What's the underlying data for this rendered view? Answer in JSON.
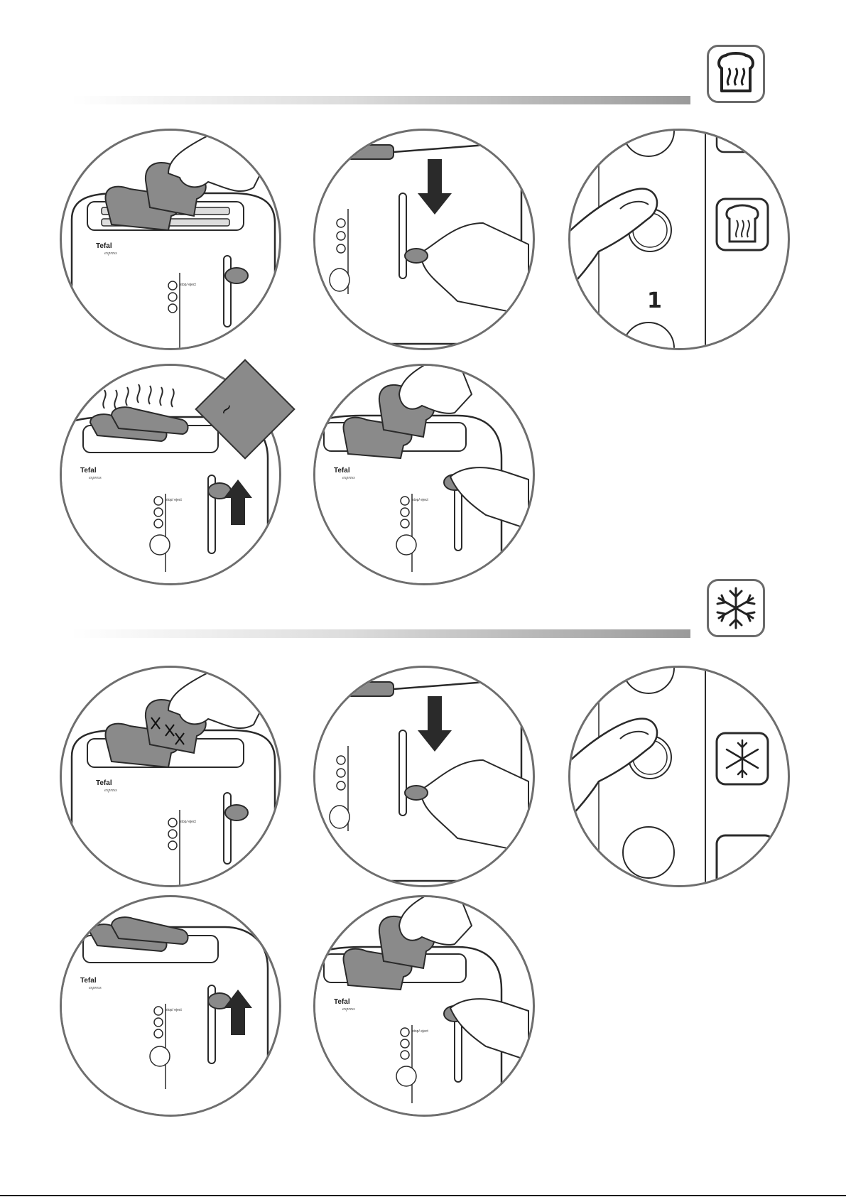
{
  "sections": {
    "reheat": {
      "icon": "reheat-toast-icon"
    },
    "defrost": {
      "icon": "snowflake-defrost-icon"
    }
  },
  "toaster": {
    "brand": "Tefal",
    "model_script": "express",
    "stop_label": "stop/\neject"
  },
  "steps": {
    "press_button_number": "1"
  },
  "signal": {
    "glyph": "~"
  },
  "colors": {
    "bread": "#8a8a8a",
    "outline": "#2a2a2a",
    "frame": "#6e6e6e"
  }
}
